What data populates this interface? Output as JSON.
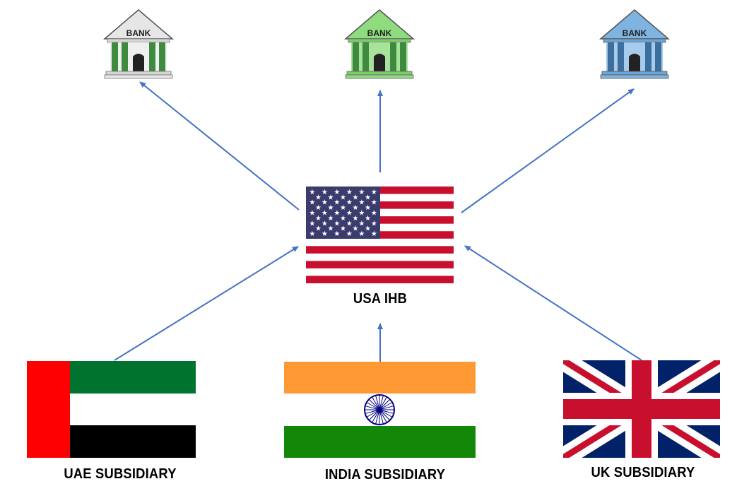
{
  "banks": [
    {
      "id": "bank-1",
      "label": "BANK",
      "color": "#e6e6e6",
      "column_color": "#3e8a3e"
    },
    {
      "id": "bank-2",
      "label": "BANK",
      "color": "#8fdc7e",
      "column_color": "#3e8a3e"
    },
    {
      "id": "bank-3",
      "label": "BANK",
      "color": "#7fb3e0",
      "column_color": "#3d6f9e"
    }
  ],
  "hub": {
    "country": "USA",
    "label": "USA IHB"
  },
  "subsidiaries": [
    {
      "country": "UAE",
      "label": "UAE SUBSIDIARY"
    },
    {
      "country": "India",
      "label": "INDIA SUBSIDIARY"
    },
    {
      "country": "UK",
      "label": "UK SUBSIDIARY"
    }
  ],
  "colors": {
    "arrow": "#4472c4",
    "usa_red": "#c8102e",
    "usa_blue": "#3c3b6e",
    "uae_red": "#ff0000",
    "uae_green": "#00732f",
    "india_saffron": "#ff9933",
    "india_green": "#138808",
    "india_chakra": "#000080",
    "uk_blue": "#012169",
    "uk_red": "#c8102e"
  }
}
